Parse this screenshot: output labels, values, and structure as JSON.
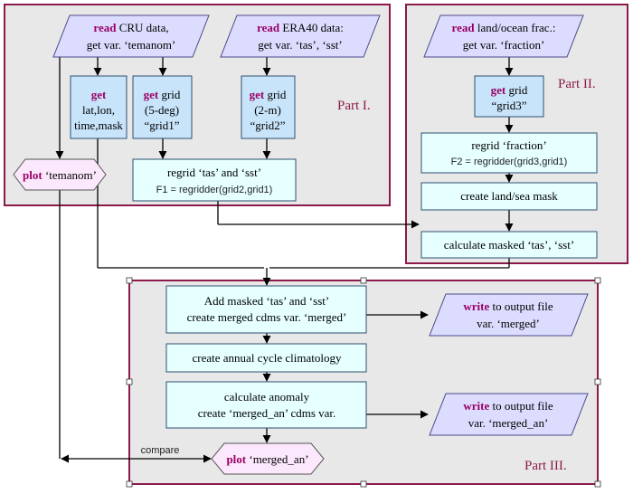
{
  "parts": {
    "part1": "Part I.",
    "part2": "Part II.",
    "part3": "Part III."
  },
  "nodes": {
    "read_cru": {
      "kw": "read",
      "l1": " CRU data,",
      "l2": "get var. ‘temanom’"
    },
    "read_era": {
      "kw": "read",
      "l1": " ERA40 data:",
      "l2": "get var. ‘tas’, ‘sst’"
    },
    "read_land": {
      "kw": "read",
      "l1": " land/ocean frac.:",
      "l2": "get var. ‘fraction’"
    },
    "get_latlon": {
      "kw": "get",
      "l1": "lat,lon,",
      "l2": "time,mask"
    },
    "get_grid1": {
      "kw": "get",
      "l0": " grid",
      "l1": "(5-deg)",
      "l2": "“grid1”"
    },
    "get_grid2": {
      "kw": "get",
      "l0": " grid",
      "l1": "(2-m)",
      "l2": "“grid2”"
    },
    "get_grid3": {
      "kw": "get",
      "l0": " grid",
      "l2": "“grid3”"
    },
    "plot_temanom": {
      "kw": "plot",
      "l1": " ‘temanom’"
    },
    "regrid_tas": {
      "l1": "regrid ‘tas’ and ‘sst’",
      "l2": "F1 = regridder(grid2,grid1)"
    },
    "regrid_frac": {
      "l1": "regrid ‘fraction’",
      "l2": "F2 = regridder(grid3,grid1)"
    },
    "land_mask": {
      "l1": "create land/sea mask"
    },
    "calc_masked": {
      "l1": "calculate masked ‘tas’, ‘sst’"
    },
    "add_masked": {
      "l1": "Add masked ‘tas’ and ‘sst’",
      "l2": "create merged cdms var. ‘merged’"
    },
    "annual_cycle": {
      "l1": "create annual cycle climatology"
    },
    "calc_anom": {
      "l1": "calculate anomaly",
      "l2": "create ‘merged_an’ cdms var."
    },
    "write_merged": {
      "kw": "write",
      "l1": " to output file",
      "l2": "var. ‘merged’"
    },
    "write_anom": {
      "kw": "write",
      "l1": " to output file",
      "l2": "var. ‘merged_an’"
    },
    "plot_merged": {
      "kw": "plot",
      "l1": " ‘merged_an’"
    }
  },
  "edge_labels": {
    "compare": "compare"
  },
  "colors": {
    "part_border": "#8b1a4a",
    "keyword": "#990066",
    "io_fill": "#dcdcff",
    "get_fill": "#c8e4fa",
    "process_fill": "#e6ffff",
    "plot_fill": "#fce8fc",
    "background": "#e8e8e8"
  }
}
